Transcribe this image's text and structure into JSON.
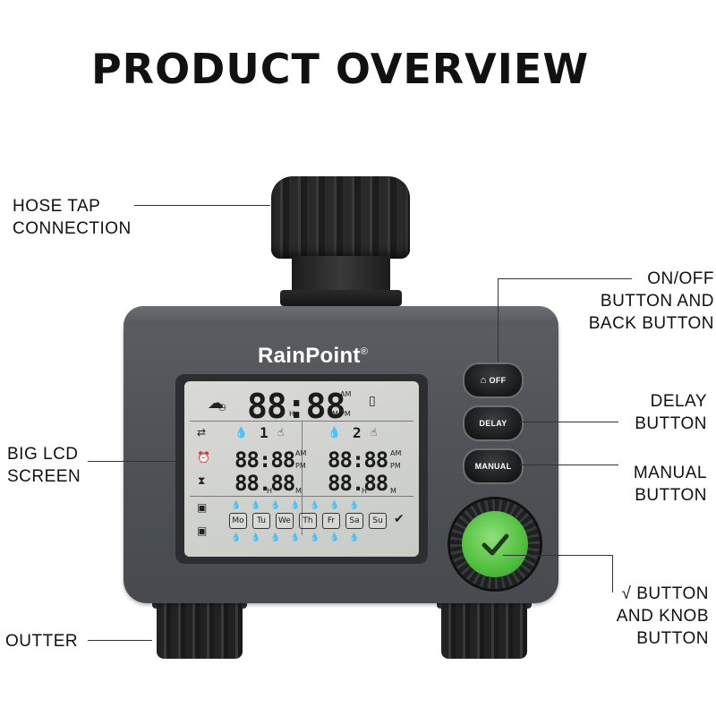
{
  "title": "PRODUCT OVERVIEW",
  "callouts": {
    "hose_tap": [
      "HOSE TAP",
      "CONNECTION"
    ],
    "lcd_screen": [
      "BIG LCD",
      "SCREEN"
    ],
    "outter": [
      "OUTTER"
    ],
    "onoff": [
      "ON/OFF",
      "BUTTON AND",
      "BACK BUTTON"
    ],
    "delay": [
      "DELAY",
      "BUTTON"
    ],
    "manual": [
      "MANUAL",
      "BUTTON"
    ],
    "knob": [
      "√ BUTTON",
      "AND KNOB",
      "BUTTON"
    ]
  },
  "device": {
    "brand": "RainPoint",
    "brand_mark": "®",
    "buttons": {
      "off": "OFF",
      "delay": "DELAY",
      "manual": "MANUAL"
    },
    "lcd": {
      "clock": "88:88",
      "am": "AM",
      "pm": "PM",
      "m": "M",
      "h": "H",
      "zone1": "1",
      "zone2": "2",
      "start1": "88:88",
      "start2": "88:88",
      "dur1": "88.88",
      "dur2": "88.88",
      "days": [
        "Mo",
        "Tu",
        "We",
        "Th",
        "Fr",
        "Sa",
        "Su"
      ]
    }
  },
  "colors": {
    "body": "#505358",
    "knob_green": "#4fbf3c",
    "lcd": "#d3d4d1"
  }
}
